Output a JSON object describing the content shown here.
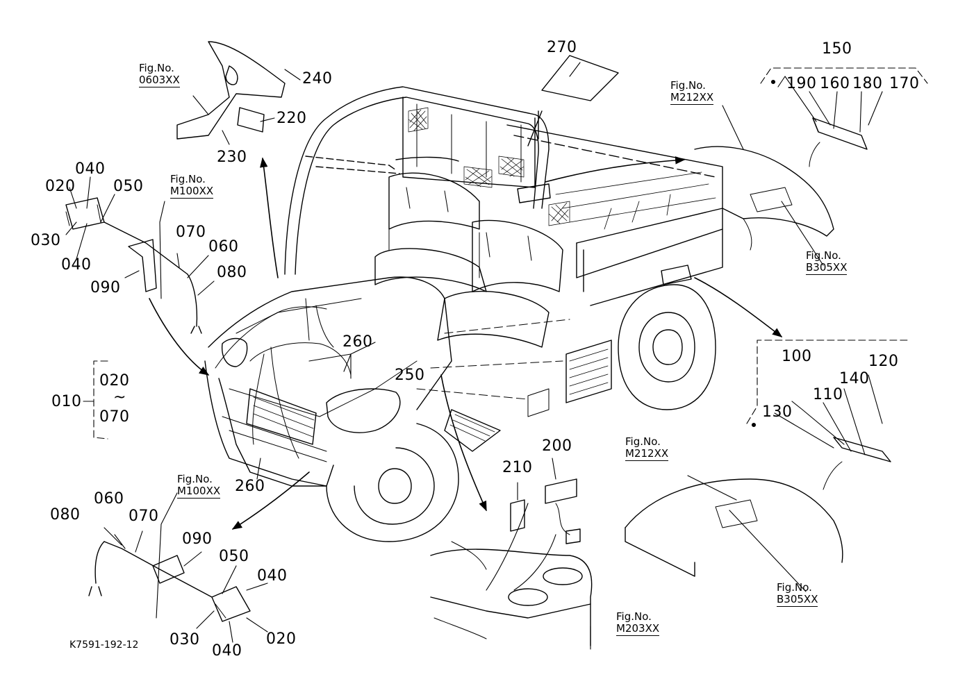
{
  "diagram": {
    "code": "K7591-192-12",
    "fig_title": "Fig.No.",
    "fig_refs": {
      "r0603": "0603XX",
      "m100_a": "M100XX",
      "m100_b": "M100XX",
      "m212_a": "M212XX",
      "m212_b": "M212XX",
      "b305_a": "B305XX",
      "b305_b": "B305XX",
      "m203": "M203XX"
    },
    "part_labels": {
      "p270": "270",
      "p240": "240",
      "p220": "220",
      "p230": "230",
      "p040_a": "040",
      "p020_a": "020",
      "p050_a": "050",
      "p030_a": "030",
      "p040_b": "040",
      "p070_a": "070",
      "p060_a": "060",
      "p080_a": "080",
      "p090_a": "090",
      "p010": "010",
      "p020_g": "020",
      "tilde": "~",
      "p070_g": "070",
      "p260_a": "260",
      "p260_b": "260",
      "p250": "250",
      "p150": "150",
      "p190": "190",
      "p160": "160",
      "p180": "180",
      "p170": "170",
      "p100": "100",
      "p120": "120",
      "p140": "140",
      "p110": "110",
      "p130": "130",
      "p200": "200",
      "p210": "210",
      "p080_b": "080",
      "p060_b": "060",
      "p070_b": "070",
      "p090_b": "090",
      "p050_b": "050",
      "p040_c": "040",
      "p030_b": "030",
      "p020_b": "020",
      "p040_d": "040"
    }
  }
}
